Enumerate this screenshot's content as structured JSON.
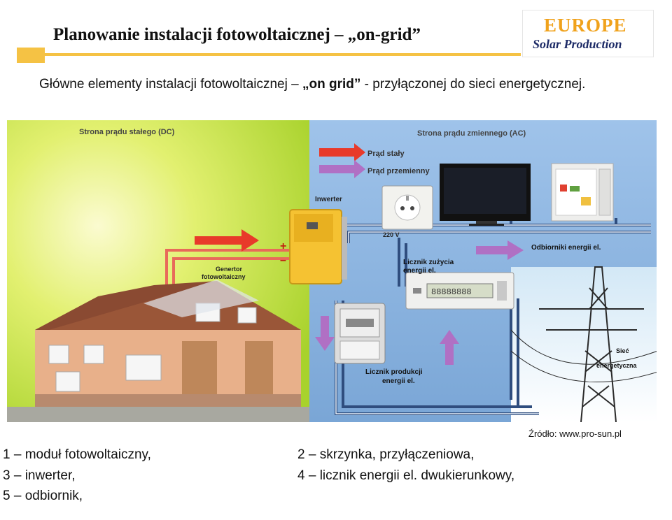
{
  "header": {
    "title": "Planowanie instalacji fotowoltaicznej – „on-grid”",
    "logo_line1": "EUROPE",
    "logo_line2": "Solar Production"
  },
  "subtitle": {
    "part1": "Główne elementy instalacji fotowoltaicznej – ",
    "bold": "„on grid”",
    "part2": " - przyłączonej do sieci energetycznej."
  },
  "diagram": {
    "dc_side": "Strona prądu stałego (DC)",
    "ac_side": "Strona prądu zmiennego (AC)",
    "legend_dc": "Prąd stały",
    "legend_ac": "Prąd przemienny",
    "inverter": "Inwerter",
    "voltage": "220 V",
    "consumers": "Odbiorniki energii el.",
    "meter_usage_1": "Licznik zużycia",
    "meter_usage_2": "energii el.",
    "generator_1": "Genertor",
    "generator_2": "fotowoltaiczny",
    "meter_prod_1": "Licznik produkcji",
    "meter_prod_2": "energii el.",
    "grid_1": "Sieć",
    "grid_2": "energetyczna",
    "plus": "+",
    "minus": "–",
    "meter_display": "88888888"
  },
  "source": "Źródło: www.pro-sun.pl",
  "legend": {
    "item1": "1 – moduł fotowoltaiczny,",
    "item2": "2 – skrzynka, przyłączeniowa,",
    "item3": "3 – inwerter,",
    "item4": "4 – licznik energii el. dwukierunkowy,",
    "item5": "5 – odbiornik,"
  },
  "colors": {
    "dc_background": "#c8e63a",
    "ac_background": "#8fb6e2",
    "dc_arrow": "#e83a2a",
    "ac_arrow": "#b070c4",
    "accent": "#f5c244",
    "logo_orange": "#f0a21c",
    "logo_navy": "#1c2a66"
  }
}
